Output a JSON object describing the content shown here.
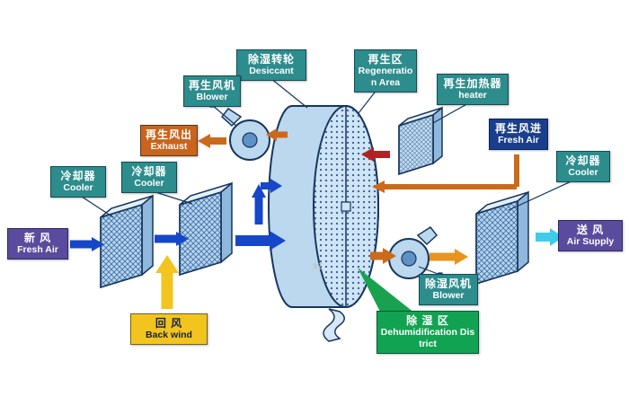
{
  "title": "Desiccant wheel dehumidification system diagram",
  "watermark": "xt",
  "colors": {
    "label_teal": "#2D8C8C",
    "label_green": "#12A352",
    "label_purple": "#5A4B9E",
    "label_orange": "#C8641C",
    "label_dark_blue": "#1A3E8C",
    "label_yellow": "#F2C41D",
    "process_air_arrow": "#1547C8",
    "return_air_arrow": "#F2C41D",
    "supply_air_arrow": "#3FCBEA",
    "regen_air_arrow": "#CC6A1B",
    "hot_air_arrow": "#B22222",
    "component_outline": "#16365E",
    "component_fill": "#BCD8EE"
  },
  "labels": {
    "desiccant": {
      "zh": "除湿转轮",
      "en": "Desiccant"
    },
    "regeneration_area": {
      "zh": "再生区",
      "en": "Regeneration Area"
    },
    "regen_blower": {
      "zh": "再生风机",
      "en": "Blower"
    },
    "regen_heater": {
      "zh": "再生加热器",
      "en": "heater"
    },
    "cooler_left1": {
      "zh": "冷却器",
      "en": "Cooler"
    },
    "cooler_left2": {
      "zh": "冷却器",
      "en": "Cooler"
    },
    "fresh_air_in": {
      "zh": "新 风",
      "en": "Fresh Air"
    },
    "regen_exhaust": {
      "zh": "再生风出",
      "en": "Exhaust"
    },
    "regen_fresh_air": {
      "zh": "再生风进",
      "en": "Fresh Air"
    },
    "cooler_right": {
      "zh": "冷却器",
      "en": "Cooler"
    },
    "air_supply": {
      "zh": "送 风",
      "en": "Air Supply"
    },
    "dehumid_blower": {
      "zh": "除湿风机",
      "en": "Blower"
    },
    "dehumid_district": {
      "zh": "除 湿 区",
      "en": "Dehumidification District"
    },
    "back_wind": {
      "zh": "回 风",
      "en": "Back wind"
    }
  }
}
